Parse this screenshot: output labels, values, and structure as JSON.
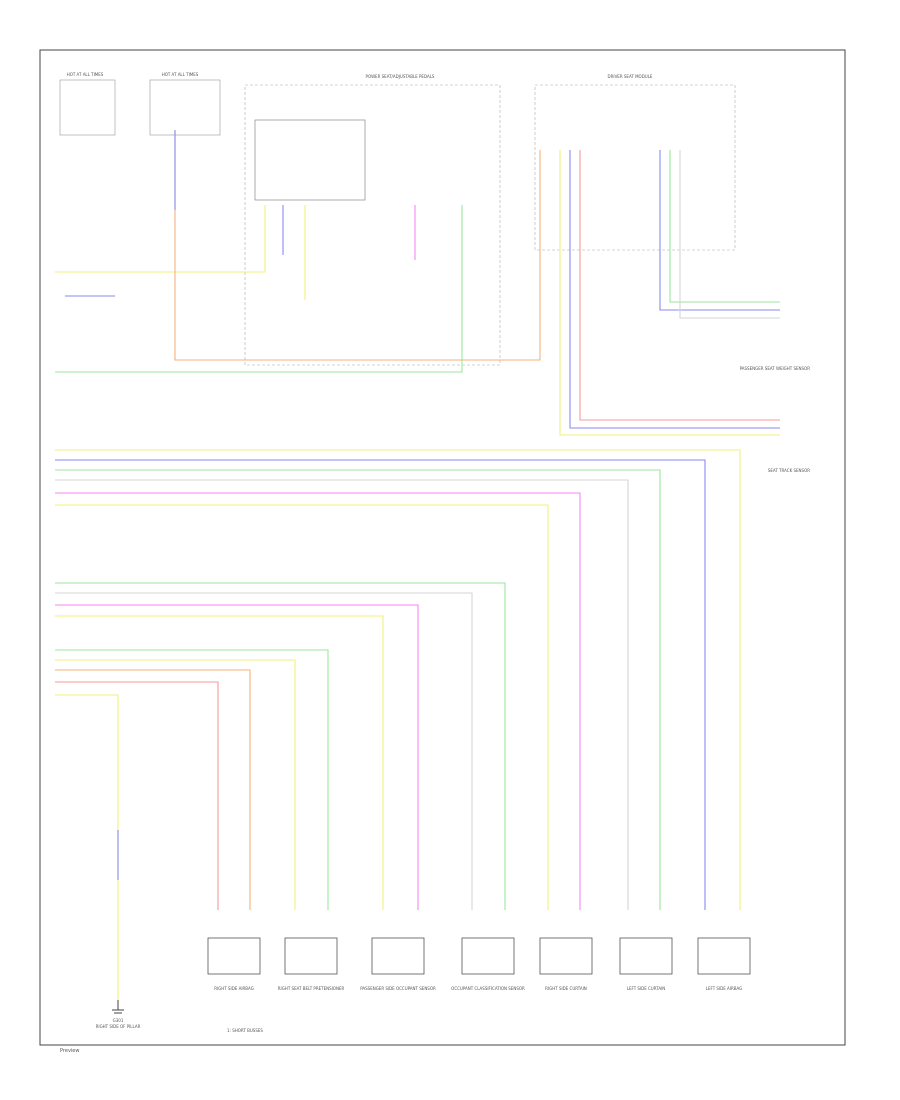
{
  "diagram": {
    "footer": "Preview",
    "note": "1: SHORT BUSSES",
    "ground_label": "G301",
    "ground_desc": "RIGHT SIDE OF PILLAR",
    "modules": {
      "top_left_a": "HOT AT ALL TIMES",
      "top_left_b": "HOT AT ALL TIMES",
      "top_center": "POWER SEAT/ADJUSTABLE PEDALS",
      "top_right": "DRIVER SEAT MODULE"
    },
    "wire_colors": [
      "YEL",
      "BLU/WHT",
      "GRN/YEL",
      "ORG/BLU",
      "BLU/BRN",
      "GRN/BLU",
      "GRY/YEL",
      "VIO/GRY",
      "YEL/GRN",
      "BRN/GRY",
      "GRY/WHT",
      "VIO/ORG",
      "ORG/BLU",
      "YEL/BRN",
      "BLU/GRY",
      "BRN/YEL",
      "YEL/RED",
      "RED/VIO"
    ],
    "components": [
      "RIGHT SIDE AIRBAG",
      "RIGHT SEAT BELT PRETENSIONER",
      "PASSENGER SIDE OCCUPANT SENSOR",
      "OCCUPANT CLASSIFICATION SENSOR",
      "RIGHT SIDE CURTAIN",
      "LEFT SIDE CURTAIN",
      "LEFT SIDE AIRBAG"
    ],
    "side_labels": [
      "PASSENGER SEAT WEIGHT SENSOR",
      "SEAT TRACK SENSOR"
    ]
  }
}
